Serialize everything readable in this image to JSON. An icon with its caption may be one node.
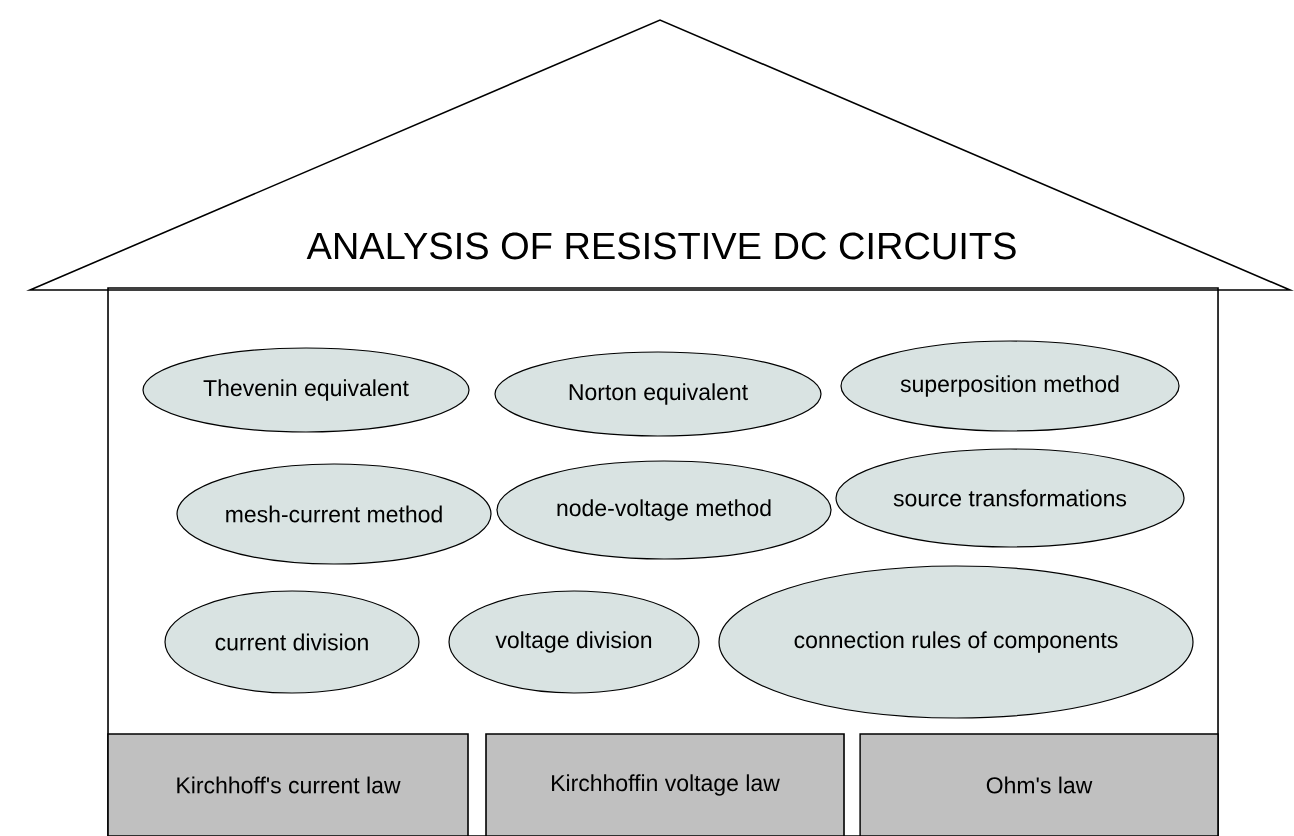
{
  "diagram": {
    "title": "ANALYSIS OF RESISTIVE DC CIRCUITS",
    "nodes": [
      {
        "text": [],
        "shape": "box"
      },
      {
        "text": [
          "Thevenin equivalent"
        ],
        "in": 0
      },
      {
        "text": [
          "Norton equivalent"
        ],
        "in": 0
      },
      {
        "text": [
          "superposition method"
        ],
        "in": 0
      },
      {
        "text": [
          "mesh-current method"
        ],
        "in": 0
      },
      {
        "text": [
          "node-voltage method"
        ],
        "in": 0
      },
      {
        "text": [
          "source transformations"
        ],
        "in": 0
      },
      {
        "text": [
          "current division"
        ],
        "in": 0
      },
      {
        "text": [
          "voltage division"
        ],
        "in": 0
      },
      {
        "text": [
          "connection rules of components"
        ],
        "in": 0
      },
      {
        "text": [
          "Kirchhoff's current law"
        ],
        "in": 0
      },
      {
        "text": [
          "Kirchhoffin voltage law"
        ],
        "in": 0
      },
      {
        "text": [
          "Ohm's law"
        ],
        "in": 0
      }
    ]
  }
}
